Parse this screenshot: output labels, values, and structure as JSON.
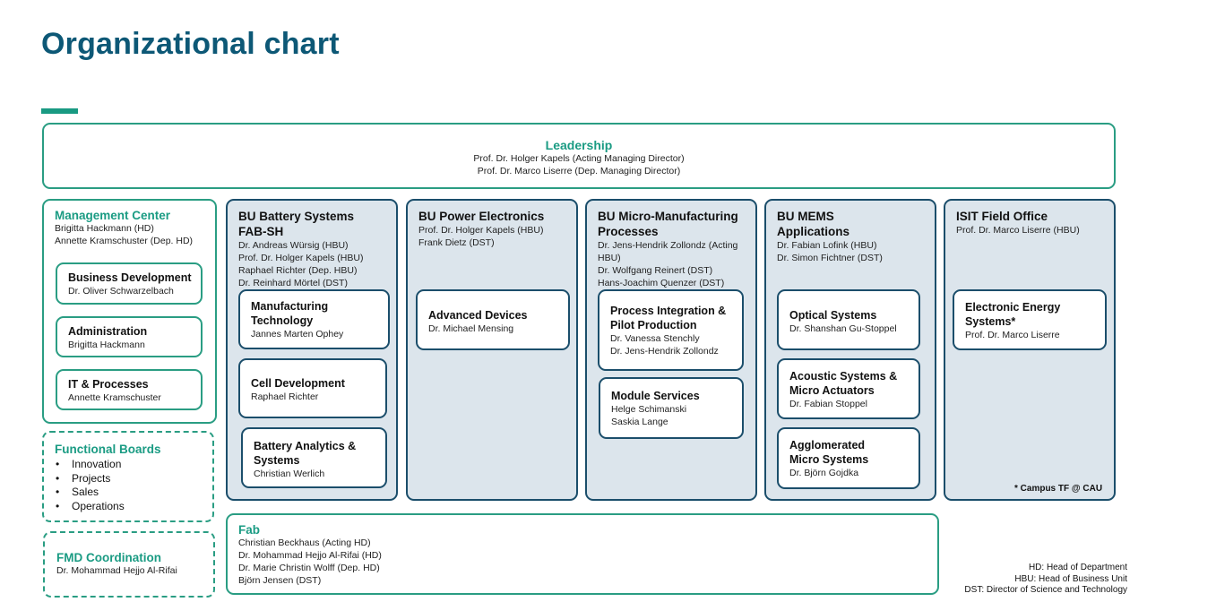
{
  "page": {
    "title": "Organizational chart"
  },
  "leadership": {
    "title": "Leadership",
    "members": [
      "Prof. Dr. Holger Kapels (Acting Managing Director)",
      "Prof. Dr. Marco Liserre (Dep. Managing Director)"
    ]
  },
  "management_center": {
    "title": "Management Center",
    "members": [
      "Brigitta Hackmann (HD)",
      "Annette Kramschuster (Dep. HD)"
    ],
    "units": [
      {
        "title": "Business Development",
        "person": "Dr. Oliver Schwarzelbach"
      },
      {
        "title": "Administration",
        "person": "Brigitta Hackmann"
      },
      {
        "title": "IT & Processes",
        "person": "Annette Kramschuster"
      }
    ]
  },
  "functional_boards": {
    "title": "Functional Boards",
    "items": [
      "Innovation",
      "Projects",
      "Sales",
      "Operations"
    ]
  },
  "fmd": {
    "title": "FMD Coordination",
    "person": "Dr. Mohammad Hejjo Al-Rifai"
  },
  "bu_battery": {
    "title_line1": "BU Battery Systems",
    "title_line2": "FAB-SH",
    "members": [
      "Dr. Andreas Würsig (HBU)",
      "Prof. Dr. Holger Kapels (HBU)",
      "Raphael Richter (Dep. HBU)",
      "Dr. Reinhard Mörtel (DST)"
    ],
    "units": [
      {
        "title_line1": "Manufacturing",
        "title_line2": "Technology",
        "people": [
          "Jannes Marten Ophey"
        ]
      },
      {
        "title_line1": "Cell Development",
        "title_line2": "",
        "people": [
          "Raphael Richter"
        ]
      },
      {
        "title_line1": "Battery Analytics &",
        "title_line2": "Systems",
        "people": [
          "Christian Werlich"
        ]
      }
    ]
  },
  "bu_power": {
    "title": "BU Power Electronics",
    "members": [
      "Prof. Dr. Holger Kapels (HBU)",
      "Frank Dietz (DST)"
    ],
    "units": [
      {
        "title": "Advanced Devices",
        "people": [
          "Dr. Michael Mensing"
        ]
      }
    ]
  },
  "bu_micro": {
    "title_line1": "BU Micro-Manufacturing",
    "title_line2": "Processes",
    "members": [
      "Dr. Jens-Hendrik Zollondz (Acting",
      "HBU)",
      "Dr. Wolfgang Reinert (DST)",
      "Hans-Joachim Quenzer (DST)"
    ],
    "units": [
      {
        "title_line1": "Process Integration &",
        "title_line2": "Pilot Production",
        "people": [
          "Dr. Vanessa Stenchly",
          "Dr. Jens-Hendrik Zollondz"
        ]
      },
      {
        "title_line1": "Module Services",
        "title_line2": "",
        "people": [
          "Helge Schimanski",
          "Saskia Lange"
        ]
      }
    ]
  },
  "bu_mems": {
    "title_line1": "BU MEMS",
    "title_line2": "Applications",
    "members": [
      "Dr. Fabian Lofink (HBU)",
      "Dr. Simon Fichtner (DST)"
    ],
    "units": [
      {
        "title_line1": "Optical Systems",
        "title_line2": "",
        "people": [
          "Dr. Shanshan Gu-Stoppel"
        ]
      },
      {
        "title_line1": "Acoustic Systems &",
        "title_line2": "Micro Actuators",
        "people": [
          "Dr. Fabian Stoppel"
        ]
      },
      {
        "title_line1": "Agglomerated",
        "title_line2": "Micro Systems",
        "people": [
          "Dr. Björn Gojdka"
        ]
      }
    ]
  },
  "isit": {
    "title": "ISIT Field Office",
    "members": [
      "Prof. Dr. Marco Liserre (HBU)"
    ],
    "units": [
      {
        "title_line1": "Electronic Energy",
        "title_line2": "Systems*",
        "people": [
          "Prof. Dr. Marco Liserre"
        ]
      }
    ],
    "footnote": "* Campus TF @ CAU"
  },
  "fab": {
    "title": "Fab",
    "members": [
      "Christian Beckhaus (Acting HD)",
      "Dr. Mohammad Hejjo Al-Rifai  (HD)",
      "Dr. Marie Christin Wolff (Dep. HD)",
      "Björn Jensen (DST)"
    ]
  },
  "legend": [
    "HD: Head of Department",
    "HBU: Head of Business Unit",
    "DST: Director of Science and Technology"
  ],
  "colors": {
    "title": "#0d5876",
    "accent_green": "#199a82",
    "bu_border": "#1b4e6b",
    "bu_fill": "#dce5ec"
  }
}
